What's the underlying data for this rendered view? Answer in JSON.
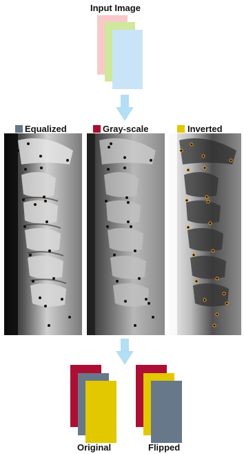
{
  "input_title": "Input Image",
  "colors": {
    "pink": "#f9c9c9",
    "green": "#cfe89a",
    "light_blue": "#c9e4f7",
    "arrow": "#b3def3",
    "slate": "#67788a",
    "crimson": "#ad0e33",
    "yellow": "#e1c800",
    "landmark_fill": "#1a0c00",
    "landmark_ring": "#f0a020"
  },
  "legend": [
    {
      "label": "Equalized",
      "color_key": "slate"
    },
    {
      "label": "Gray-scale",
      "color_key": "crimson"
    },
    {
      "label": "Inverted",
      "color_key": "yellow"
    }
  ],
  "outputs": [
    {
      "label": "Original"
    },
    {
      "label": "Flipped"
    }
  ]
}
